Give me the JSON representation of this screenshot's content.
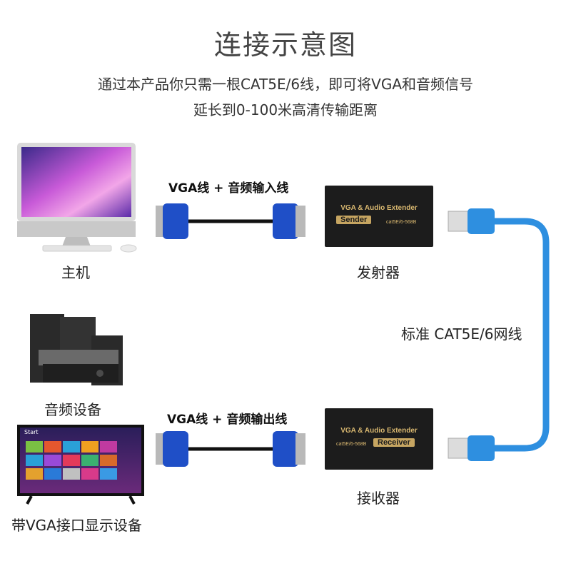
{
  "title": "连接示意图",
  "subtitle_line1": "通过本产品你只需一根CAT5E/6线，即可将VGA和音频信号",
  "subtitle_line2": "延长到0-100米高清传输距离",
  "devices": {
    "host": "主机",
    "sender": "发射器",
    "audio": "音频设备",
    "receiver": "接收器",
    "display": "带VGA接口显示设备"
  },
  "cables": {
    "input": "VGA线 + 音频输入线",
    "output": "VGA线 + 音频输出线",
    "network": "标准 CAT5E/6网线"
  },
  "sender_box": {
    "header": "VGA & Audio  Extender",
    "tag": "Sender",
    "code": "cat5E/6-568B"
  },
  "receiver_box": {
    "header": "VGA & Audio  Extender",
    "tag": "Receiver",
    "code": "cat5E/6-568B"
  },
  "tv_screen": {
    "start_text": "Start"
  },
  "colors": {
    "vga_connector": "#1f4fc7",
    "network_cable": "#2e8fe0",
    "box": "#1c1c1c",
    "gold": "#c6a561"
  }
}
